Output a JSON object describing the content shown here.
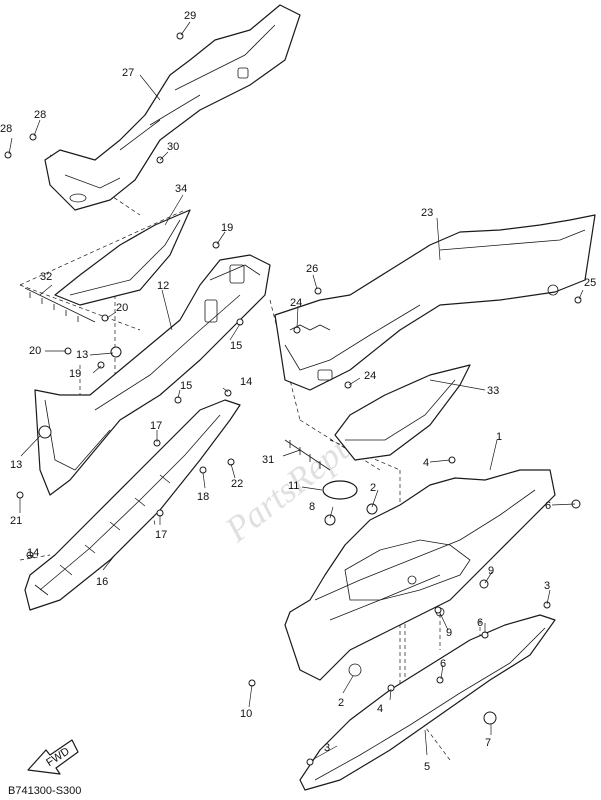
{
  "diagram": {
    "code": "B741300-S300",
    "fwd_label": "FWD",
    "watermark": "PartsRepublik",
    "callouts": {
      "c1": "1",
      "c2a": "2",
      "c2b": "2",
      "c3a": "3",
      "c3b": "3",
      "c4a": "4",
      "c4b": "4",
      "c5": "5",
      "c6a": "6",
      "c6b": "6",
      "c6c": "6",
      "c7": "7",
      "c8": "8",
      "c9a": "9",
      "c9b": "9",
      "c10": "10",
      "c11": "11",
      "c12": "12",
      "c13a": "13",
      "c13b": "13",
      "c14a": "14",
      "c14b": "14",
      "c15a": "15",
      "c15b": "15",
      "c16": "16",
      "c17a": "17",
      "c17b": "17",
      "c18": "18",
      "c19a": "19",
      "c19b": "19",
      "c20a": "20",
      "c20b": "20",
      "c21": "21",
      "c22": "22",
      "c23": "23",
      "c24a": "24",
      "c24b": "24",
      "c25": "25",
      "c26": "26",
      "c27": "27",
      "c28a": "28",
      "c28b": "28",
      "c29": "29",
      "c30": "30",
      "c31": "31",
      "c32": "32",
      "c33": "33",
      "c34": "34"
    }
  }
}
